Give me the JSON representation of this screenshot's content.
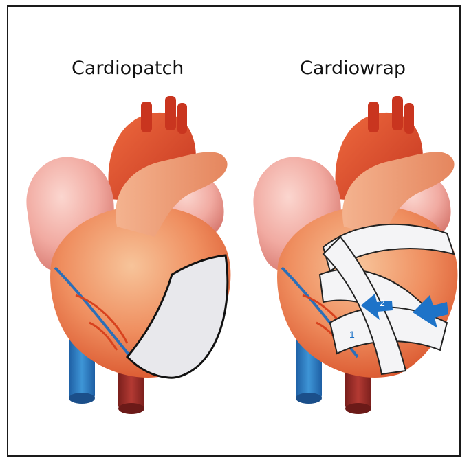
{
  "labels": {
    "left": "Cardiopatch",
    "right": "Cardiowrap"
  },
  "wrap_markers": [
    "1",
    "2"
  ],
  "colors": {
    "frame": "#1a1a1a",
    "aorta": "#e04a2a",
    "atrium": "#f0a8a0",
    "ventricle": "#ef8e5f",
    "vein_blue": "#2b7ec3",
    "vessel_red": "#9b2d28",
    "patch": "#e8e8ec",
    "wrap": "#f4f4f6",
    "arrow": "#1e73c8"
  }
}
